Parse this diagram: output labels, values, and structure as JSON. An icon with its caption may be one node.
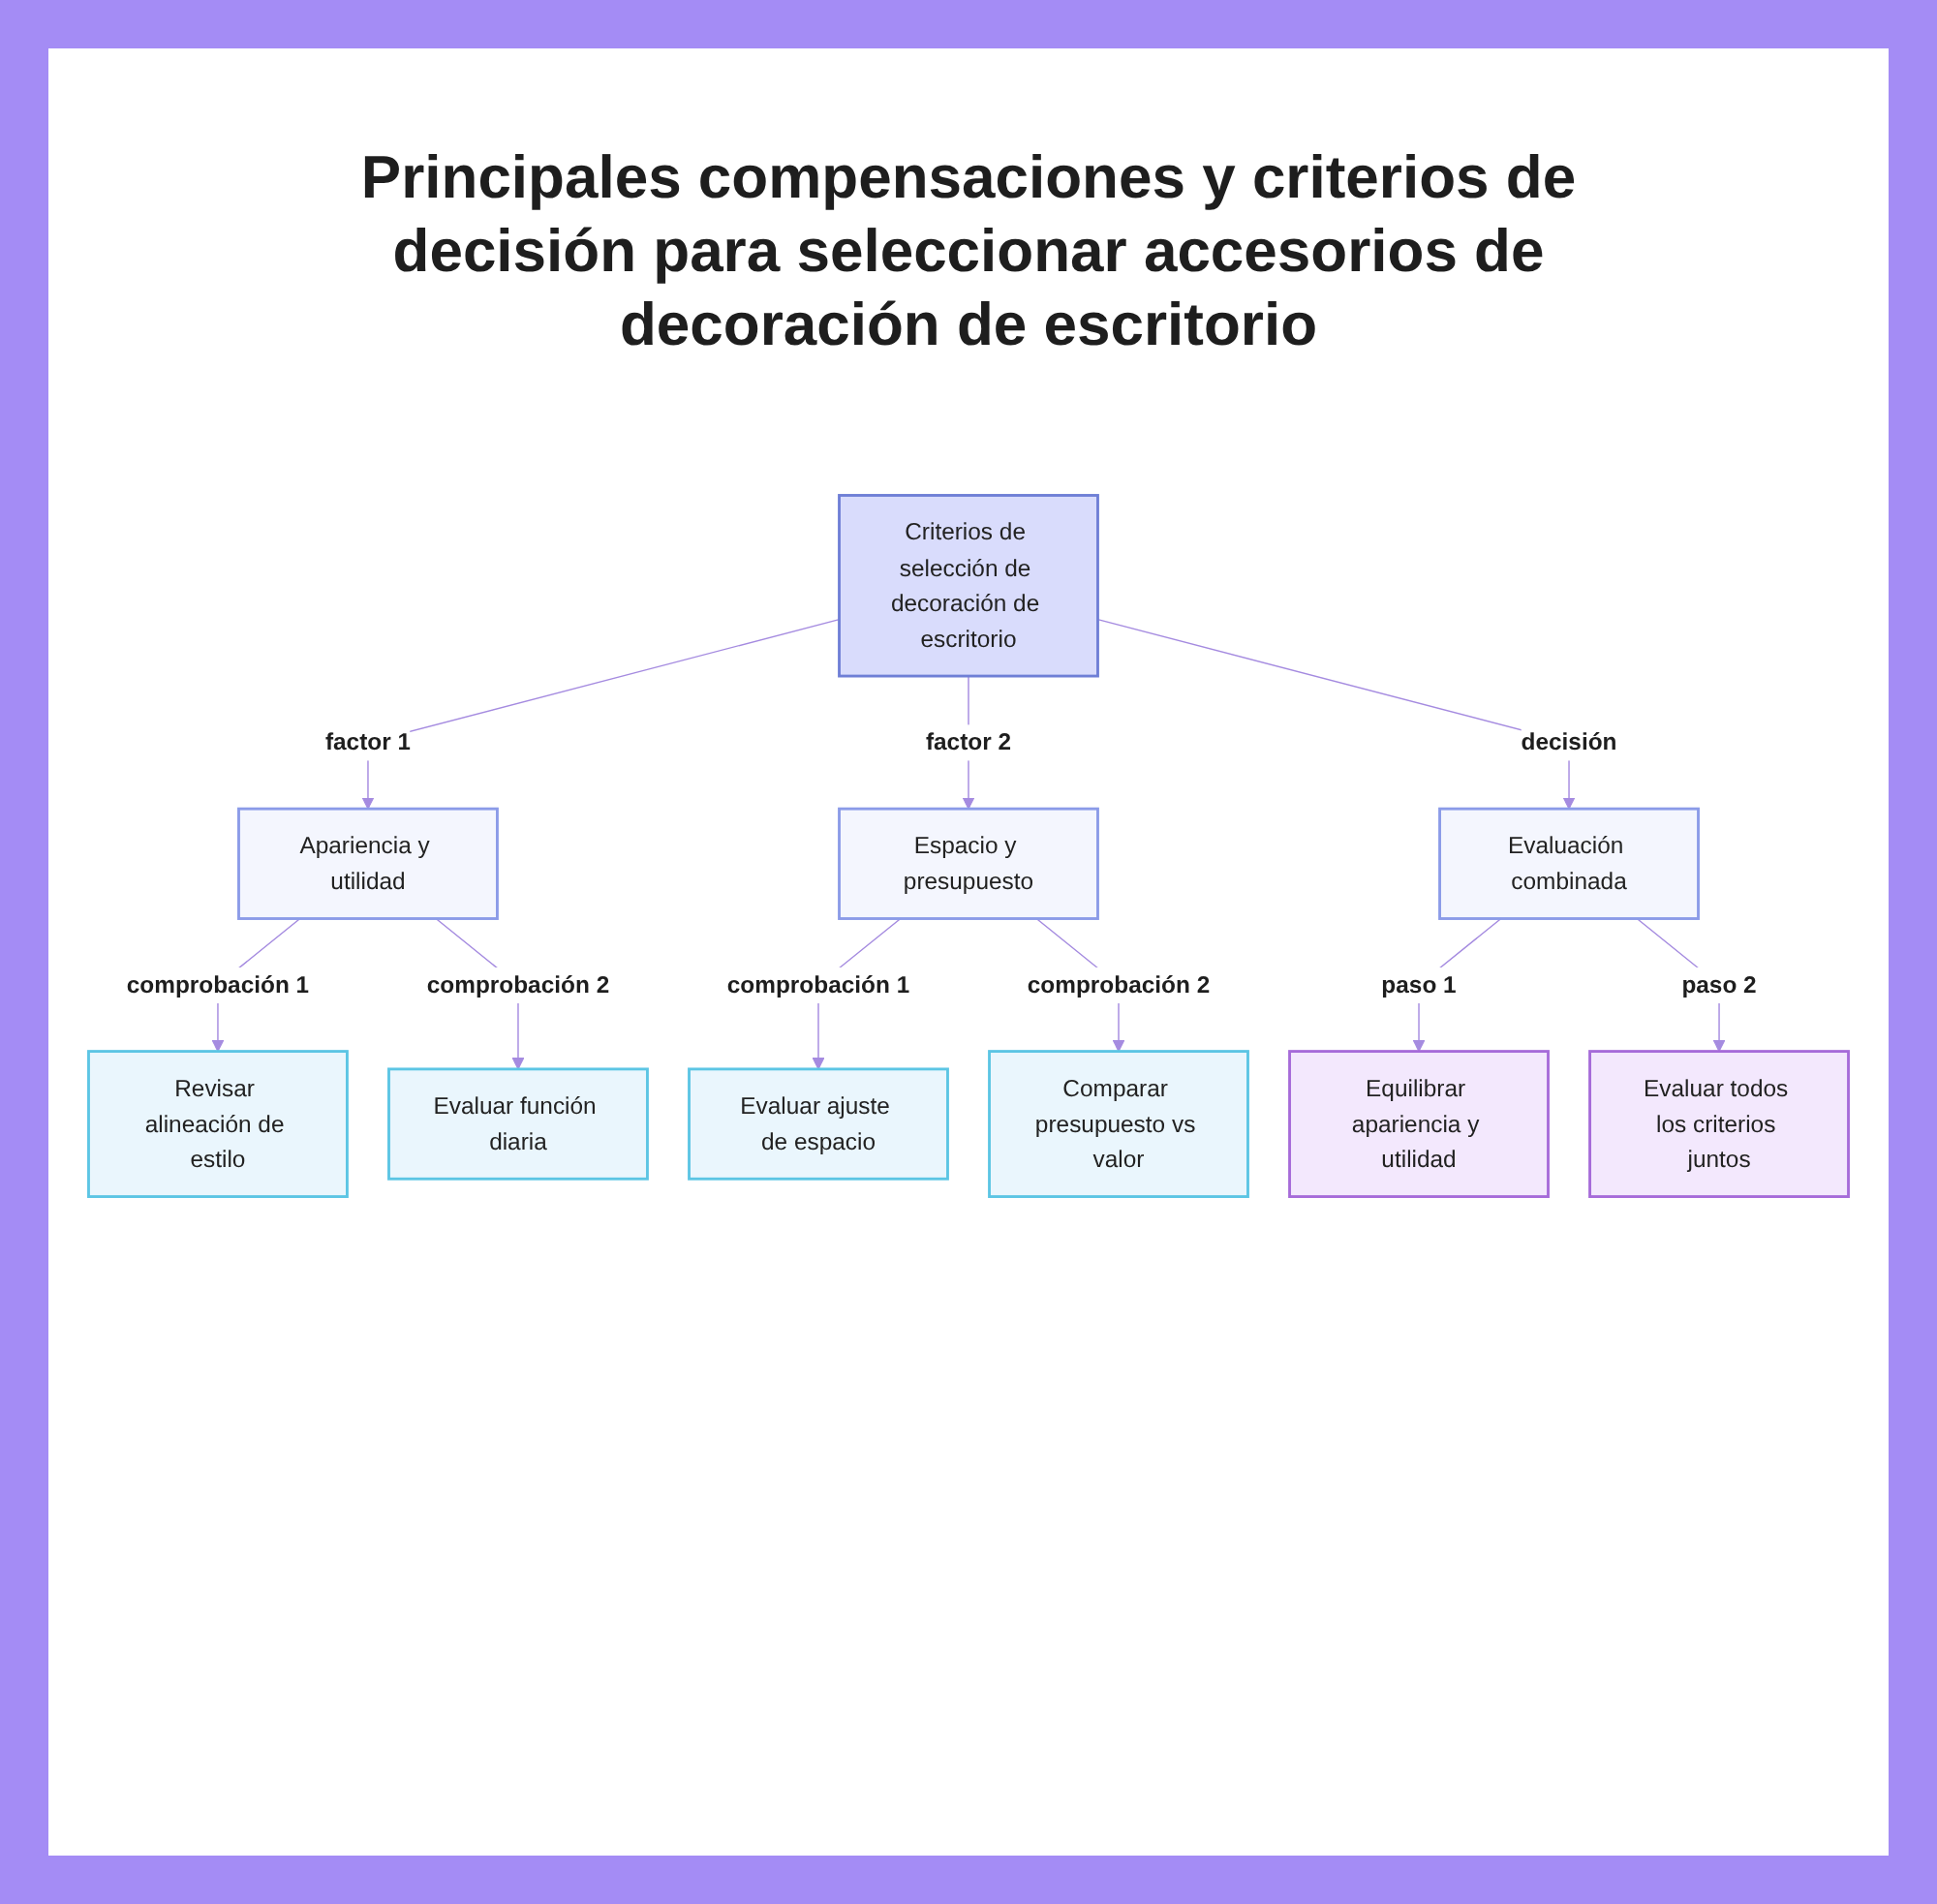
{
  "diagram": {
    "title": "Principales compensaciones y criterios de decisión para seleccionar accesorios de decoración de escritorio",
    "nodes": [
      {
        "text": [
          "Criterios de selección de decoración de escritorio"
        ]
      },
      {
        "text": [
          "Apariencia y utilidad"
        ]
      },
      {
        "text": [
          "Espacio y presupuesto"
        ]
      },
      {
        "text": [
          "Evaluación combinada"
        ]
      },
      {
        "text": [
          "Revisar alineación de estilo"
        ]
      },
      {
        "text": [
          "Evaluar función diaria"
        ]
      },
      {
        "text": [
          "Evaluar ajuste de espacio"
        ]
      },
      {
        "text": [
          "Comparar presupuesto vs valor"
        ]
      },
      {
        "text": [
          "Equilibrar apariencia y utilidad"
        ]
      },
      {
        "text": [
          "Evaluar todos los criterios juntos"
        ]
      }
    ],
    "edges": [
      {
        "from": 0,
        "to": 1,
        "arrow": "to",
        "label": "factor 1"
      },
      {
        "from": 0,
        "to": 2,
        "arrow": "to",
        "label": "factor 2"
      },
      {
        "from": 0,
        "to": 3,
        "arrow": "to",
        "label": "decisión"
      },
      {
        "from": 1,
        "to": 4,
        "arrow": "to",
        "label": "comprobación 1"
      },
      {
        "from": 1,
        "to": 5,
        "arrow": "to",
        "label": "comprobación 2"
      },
      {
        "from": 2,
        "to": 6,
        "arrow": "to",
        "label": "comprobación 1"
      },
      {
        "from": 2,
        "to": 7,
        "arrow": "to",
        "label": "comprobación 2"
      },
      {
        "from": 3,
        "to": 8,
        "arrow": "to",
        "label": "paso 1"
      },
      {
        "from": 3,
        "to": 9,
        "arrow": "to",
        "label": "paso 2"
      }
    ]
  }
}
